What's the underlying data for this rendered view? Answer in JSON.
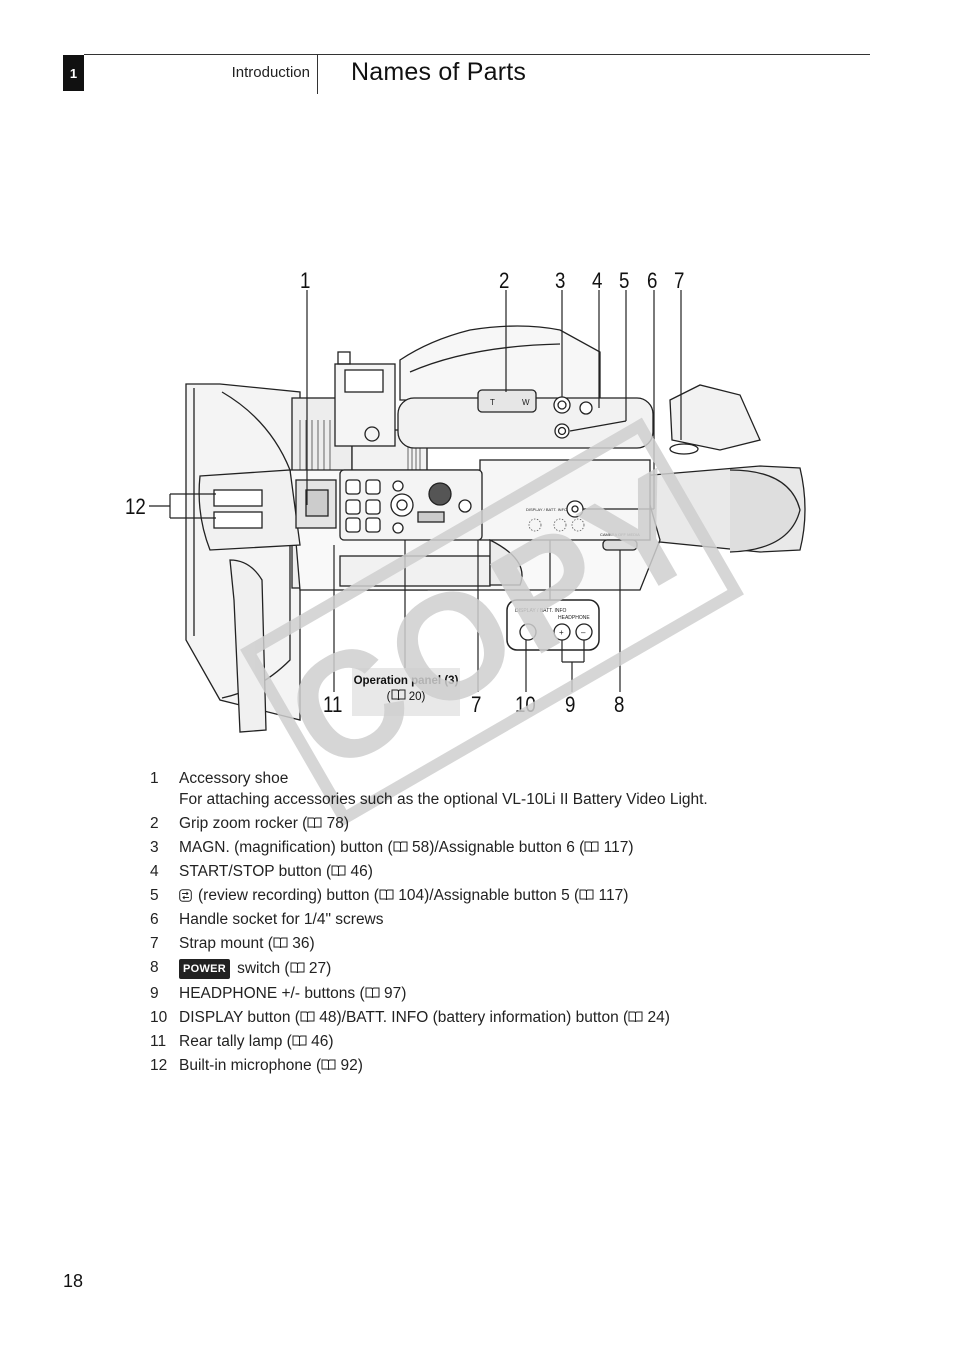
{
  "header": {
    "chapter_number": "1",
    "section": "Introduction",
    "title": "Names of Parts"
  },
  "figure": {
    "callouts_top": [
      "1",
      "2",
      "3",
      "4",
      "5",
      "6",
      "7"
    ],
    "callouts_bottom": [
      "11",
      "7",
      "10",
      "9",
      "8"
    ],
    "callout_left": "12",
    "panel_caption_title": "Operation panel",
    "panel_caption_circled": "3",
    "panel_caption_ref": "20",
    "labels": {
      "display_batt": "DISPLAY / BATT. INFO",
      "headphone": "HEADPHONE",
      "camera_off_media": "CAMERA OFF MEDIA",
      "plus": "+",
      "minus": "–"
    },
    "watermark": "COPY"
  },
  "parts": [
    {
      "num": "1",
      "pre": "Accessory shoe",
      "desc": "For attaching accessories such as the optional VL-10Li II Battery Video Light."
    },
    {
      "num": "2",
      "pre": "Grip zoom rocker (",
      "ref1": "78",
      "post": ")"
    },
    {
      "num": "3",
      "pre": "MAGN. (magnification) button (",
      "ref1": "58",
      "mid": ")/Assignable button 6 (",
      "ref2": "117",
      "post": ")"
    },
    {
      "num": "4",
      "pre": "START/STOP button (",
      "ref1": "46",
      "post": ")"
    },
    {
      "num": "5",
      "pre": "(review recording) button (",
      "ref1": "104",
      "mid": ")/Assignable button 5 (",
      "ref2": "117",
      "post": ")"
    },
    {
      "num": "6",
      "pre": "Handle socket for 1/4\" screws"
    },
    {
      "num": "7",
      "pre": "Strap mount (",
      "ref1": "36",
      "post": ")"
    },
    {
      "num": "8",
      "badge": "POWER",
      "pre": "switch (",
      "ref1": "27",
      "post": ")"
    },
    {
      "num": "9",
      "pre": "HEADPHONE +/- buttons (",
      "ref1": "97",
      "post": ")"
    },
    {
      "num": "10",
      "pre": "DISPLAY button (",
      "ref1": "48",
      "mid": ")/BATT. INFO (battery information) button (",
      "ref2": "24",
      "post": ")"
    },
    {
      "num": "11",
      "pre": "Rear tally lamp (",
      "ref1": "46",
      "post": ")"
    },
    {
      "num": "12",
      "pre": "Built-in microphone (",
      "ref1": "92",
      "post": ")"
    }
  ],
  "page_number": "18"
}
